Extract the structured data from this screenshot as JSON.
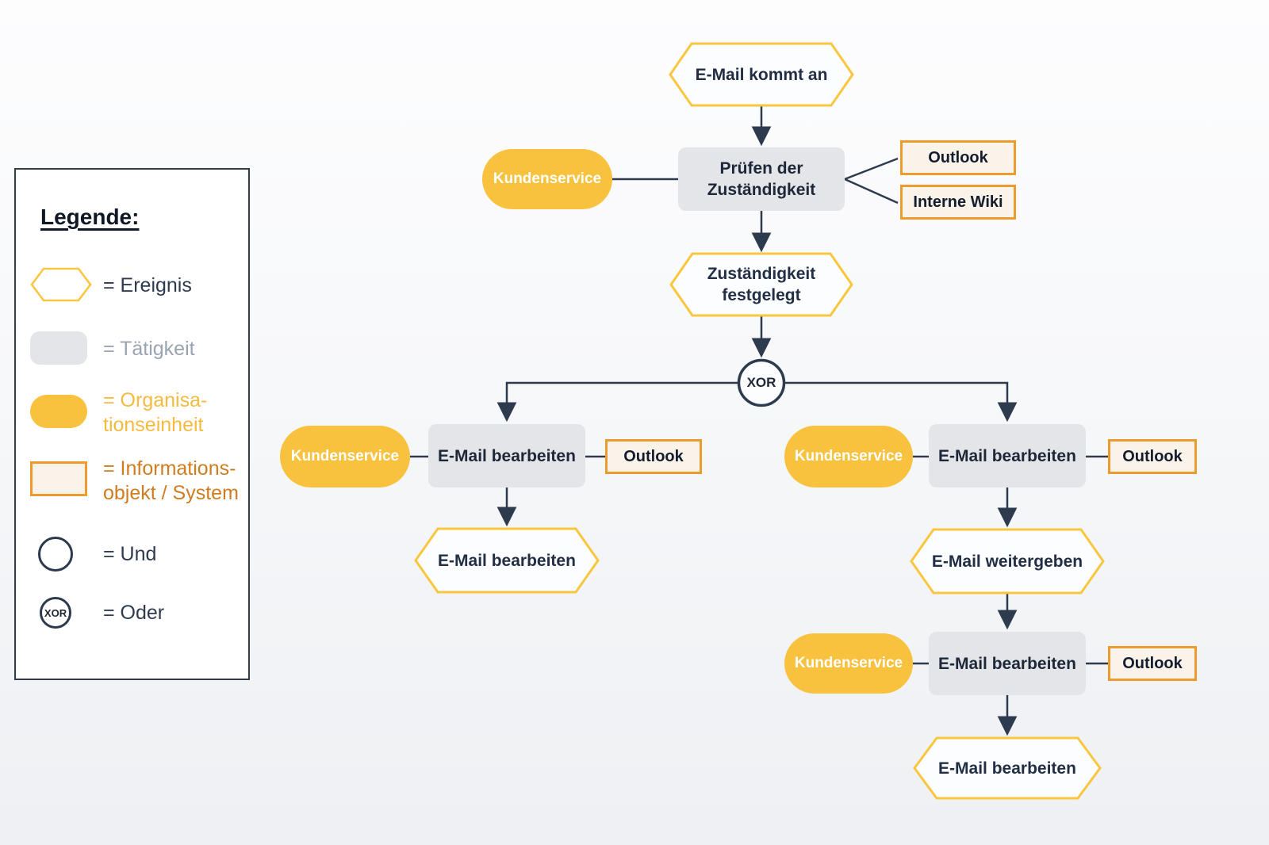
{
  "colors": {
    "line": "#2e3a4e",
    "accent_yellow": "#f8c23e",
    "hexagon_border": "#f9c63f",
    "task_fill": "#e3e5e9",
    "info_border": "#ee9b2d",
    "info_fill": "#faf3ea",
    "taetigkeit_text": "#9aa3b1",
    "organisation_text": "#f6ba3e",
    "information_text": "#cf7d20"
  },
  "legend": {
    "title": "Legende:",
    "ereignis_label": "= Ereignis",
    "taetigkeit_label": "= Tätigkeit",
    "organisation_label": "= Organisa-\ntionseinheit",
    "information_label": "= Informations-\nobjekt / System",
    "und_label": "= Und",
    "oder_label": "= Oder",
    "xor_symbol": "XOR"
  },
  "diagram": {
    "start_event": "E-Mail kommt an",
    "check_org": "Kundenservice",
    "check_task": "Prüfen der\nZuständigkeit",
    "check_system_1": "Outlook",
    "check_system_2": "Interne Wiki",
    "assigned_event": "Zuständigkeit\nfestgelegt",
    "xor_label": "XOR",
    "left": {
      "org": "Kundenservice",
      "task": "E-Mail bearbeiten",
      "system": "Outlook",
      "event": "E-Mail bearbeiten"
    },
    "right": {
      "org": "Kundenservice",
      "task": "E-Mail bearbeiten",
      "system": "Outlook",
      "forward_event": "E-Mail weitergeben",
      "org2": "Kundenservice",
      "task2": "E-Mail bearbeiten",
      "system2": "Outlook",
      "final_event": "E-Mail bearbeiten"
    }
  }
}
